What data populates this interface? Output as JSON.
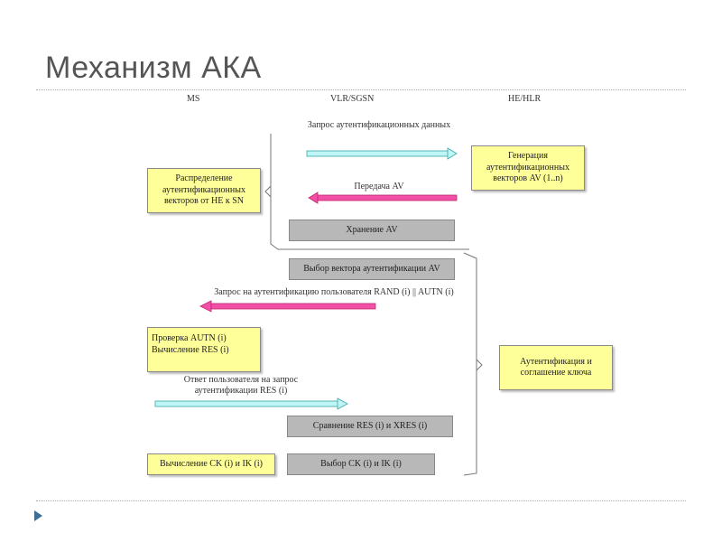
{
  "slide": {
    "title": "Механизм АКА"
  },
  "columns": {
    "ms": "MS",
    "vlr": "VLR/SGSN",
    "he": "HE/HLR"
  },
  "boxes": {
    "distribution": "Распределение аутентификационных векторов от HE к SN",
    "generation": "Генерация аутентификационных векторов AV (1..n)",
    "storage": "Хранение AV",
    "vector_select": "Выбор вектора аутентификации AV",
    "check_autn": "Проверка AUTN (i) Вычисление RES (i)",
    "auth_agreement": "Аутентификация и соглашение ключа",
    "compare_res": "Сравнение RES (i) и XRES (i)",
    "calc_ck_ik": "Вычисление CK (i) и IK (i)",
    "select_ck_ik": "Выбор CK (i) и IK (i)"
  },
  "messages": {
    "auth_data_request": "Запрос аутентификационных данных",
    "av_transfer": "Передача AV",
    "user_auth_request": "Запрос на аутентификацию пользователя RAND (i) || AUTN (i)",
    "user_auth_response": "Ответ пользователя на запрос аутентификации RES (i)"
  },
  "colors": {
    "cyan_arrow": "#bff5f5",
    "pink_arrow": "#f24fa6",
    "yellow_box": "#ffff99",
    "gray_box": "#b8b8b8",
    "bullet": "#3d6e95"
  },
  "icons": {
    "bullet": "triangle-bullet-icon"
  }
}
